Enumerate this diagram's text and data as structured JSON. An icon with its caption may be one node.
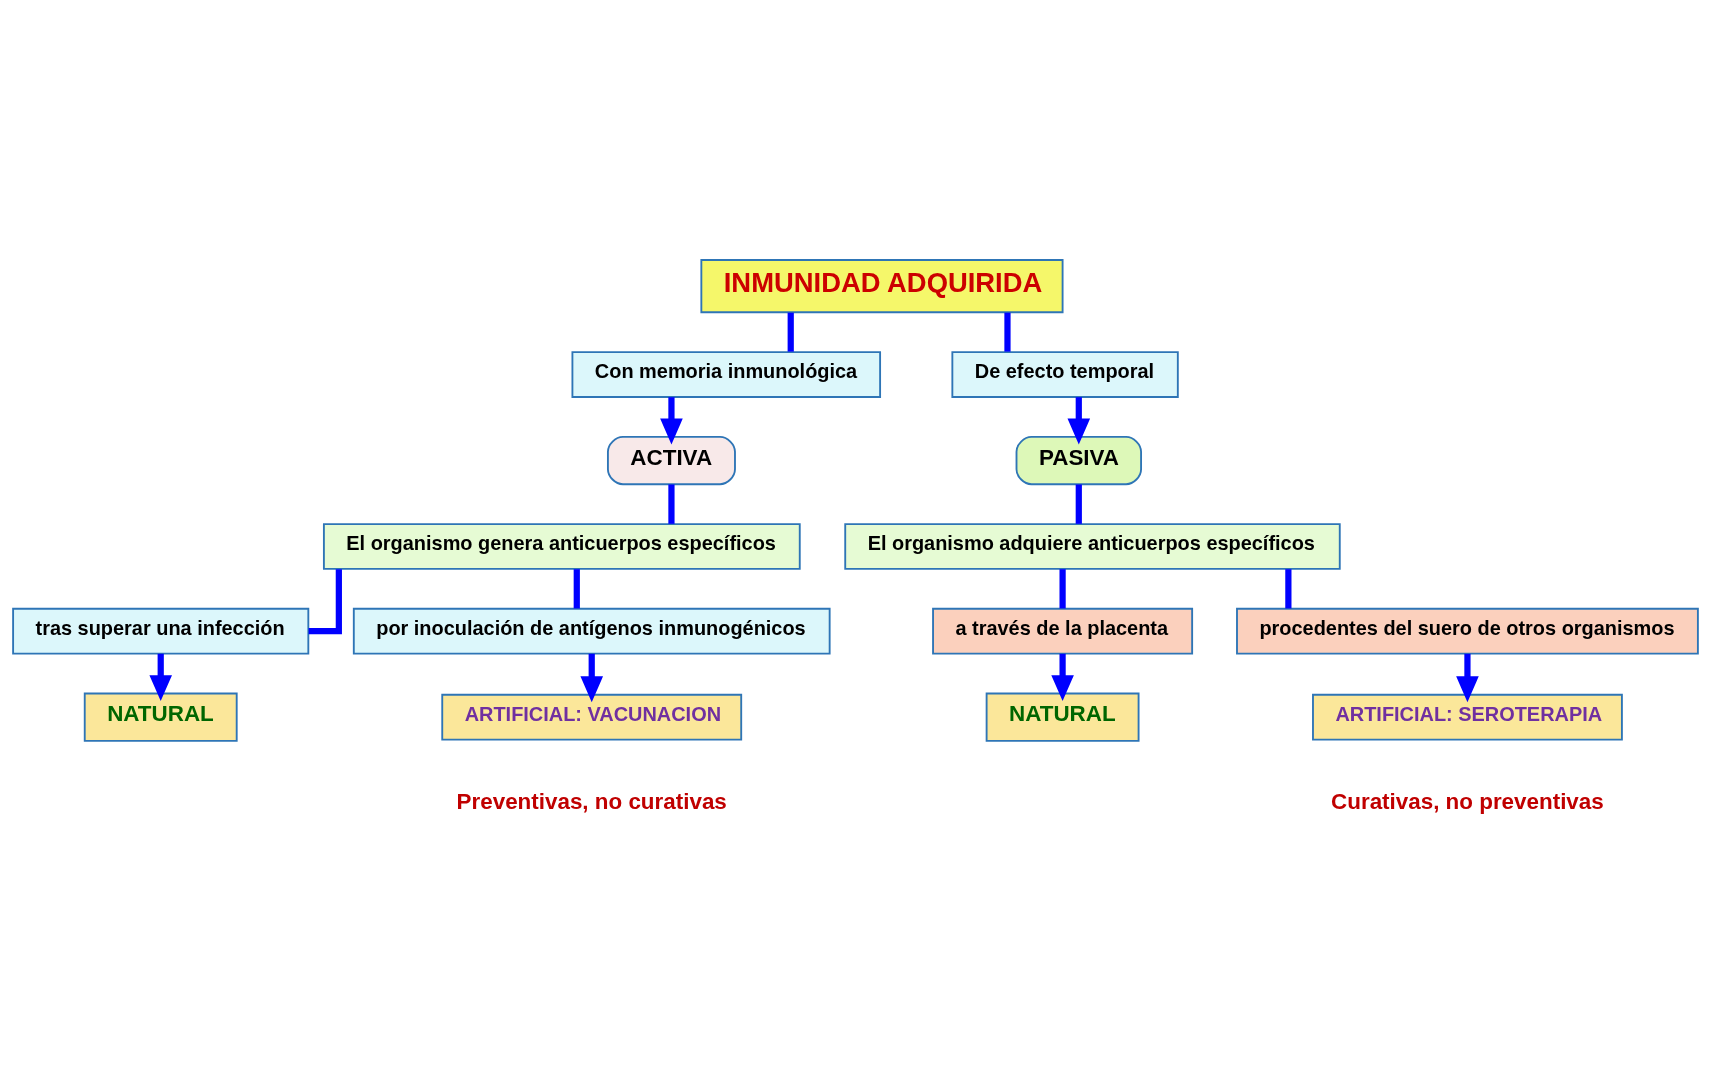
{
  "diagram": {
    "nodes": [
      {
        "text": [
          "INMUNIDAD ADQUIRIDA"
        ]
      },
      {
        "text": [
          "Con memoria inmunológica"
        ]
      },
      {
        "text": [
          "De efecto temporal"
        ]
      },
      {
        "text": [
          "ACTIVA"
        ]
      },
      {
        "text": [
          "PASIVA"
        ]
      },
      {
        "text": [
          "El organismo genera anticuerpos específicos"
        ]
      },
      {
        "text": [
          "El organismo adquiere anticuerpos específicos"
        ]
      },
      {
        "text": [
          "tras superar una infección"
        ]
      },
      {
        "text": [
          "por inoculación de antígenos inmunogénicos"
        ]
      },
      {
        "text": [
          "a través de la placenta"
        ]
      },
      {
        "text": [
          "procedentes del suero de otros organismos"
        ]
      },
      {
        "text": [
          "NATURAL"
        ]
      },
      {
        "text": [
          "ARTIFICIAL: VACUNACION"
        ],
        "beside": [
          "Preventivas, no curativas"
        ]
      },
      {
        "text": [
          "NATURAL"
        ]
      },
      {
        "text": [
          "ARTIFICIAL: SEROTERAPIA"
        ],
        "beside": [
          "Curativas, no preventivas"
        ]
      }
    ],
    "edges": [
      {
        "from": 0,
        "to": 1,
        "arrow": "none"
      },
      {
        "from": 0,
        "to": 2,
        "arrow": "none"
      },
      {
        "from": 1,
        "to": 3,
        "arrow": "to"
      },
      {
        "from": 2,
        "to": 4,
        "arrow": "to"
      },
      {
        "from": 3,
        "to": 5,
        "arrow": "none"
      },
      {
        "from": 4,
        "to": 6,
        "arrow": "none"
      },
      {
        "from": 5,
        "to": 7,
        "arrow": "none"
      },
      {
        "from": 5,
        "to": 8,
        "arrow": "none"
      },
      {
        "from": 6,
        "to": 9,
        "arrow": "none"
      },
      {
        "from": 6,
        "to": 10,
        "arrow": "none"
      },
      {
        "from": 7,
        "to": 11,
        "arrow": "to"
      },
      {
        "from": 8,
        "to": 12,
        "arrow": "to"
      },
      {
        "from": 9,
        "to": 13,
        "arrow": "to"
      },
      {
        "from": 10,
        "to": 14,
        "arrow": "to"
      }
    ]
  }
}
